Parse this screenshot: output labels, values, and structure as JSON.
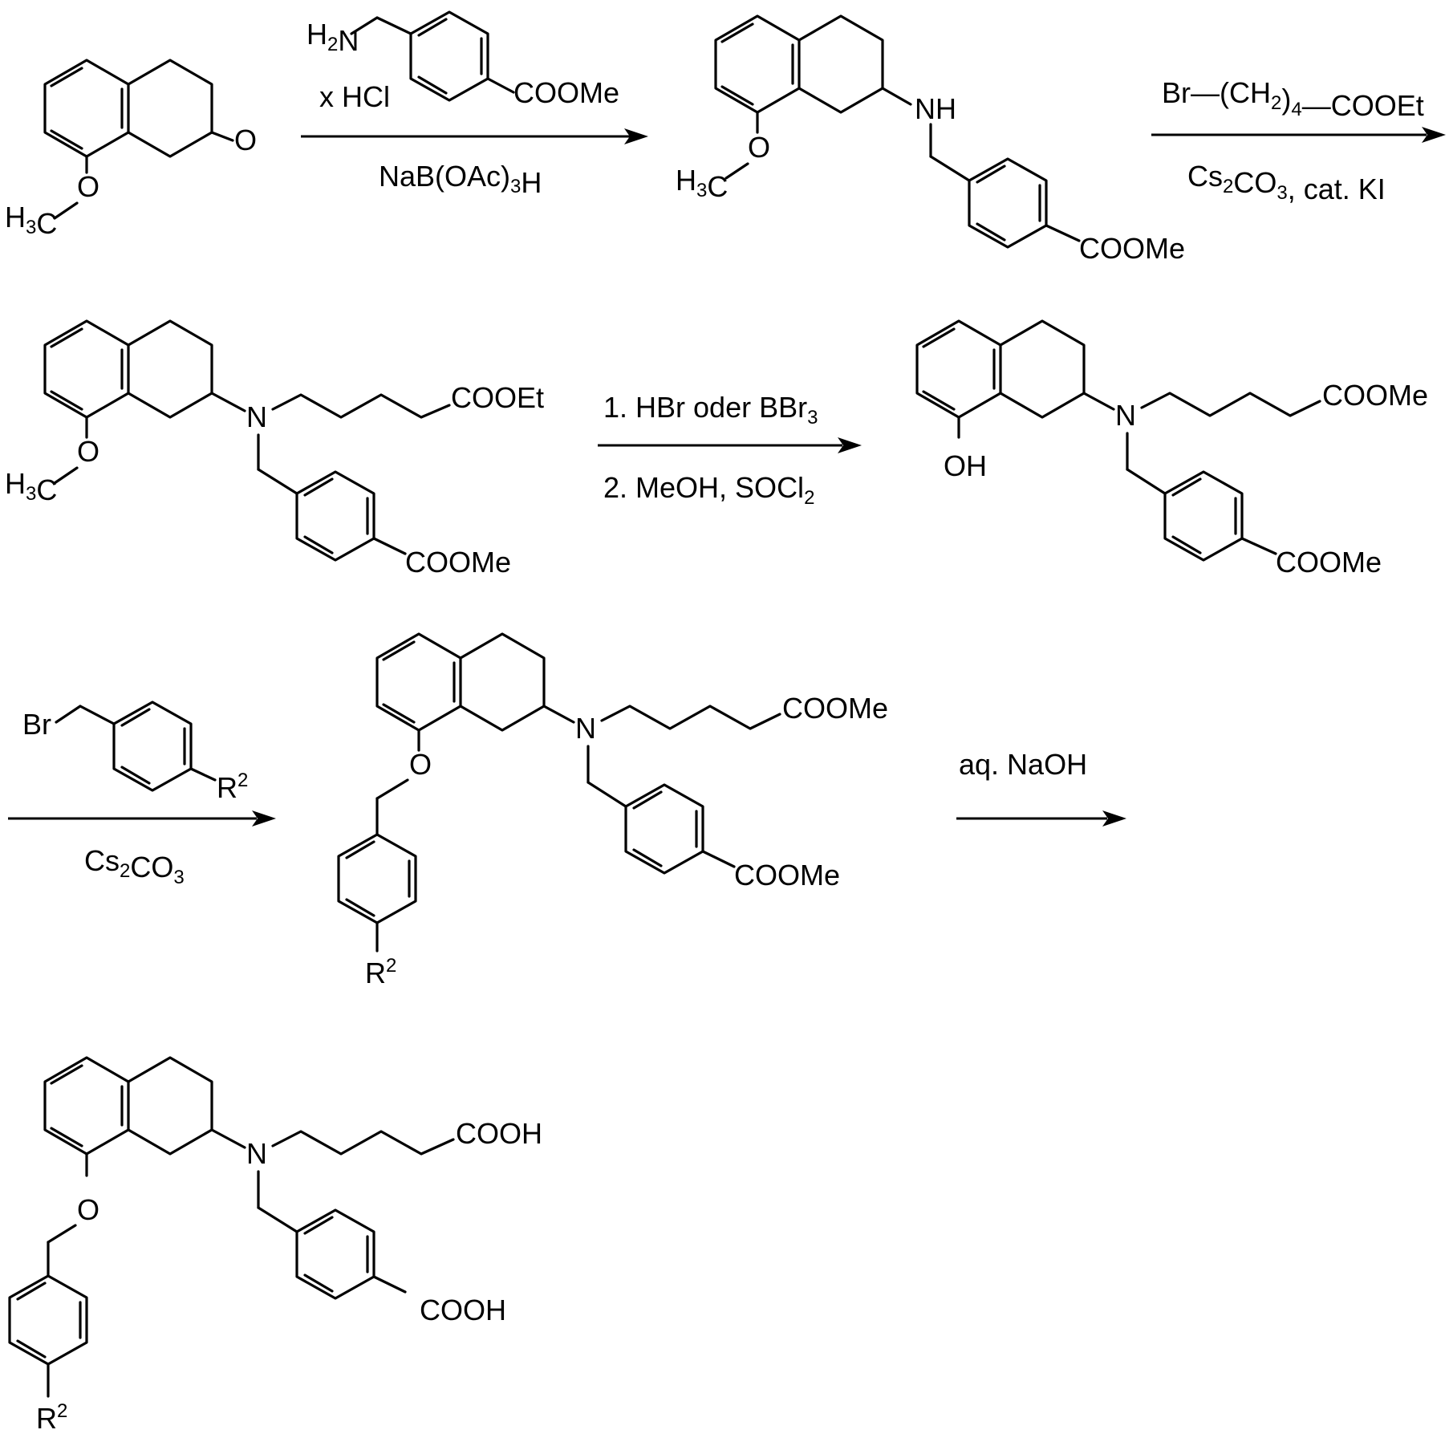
{
  "reaction_steps": [
    {
      "arrow": "step-1",
      "above_amine_label": "H2N",
      "above_ester_label": "COOMe",
      "above_salt": "x HCl",
      "below_reagent": "NaB(OAc)3H"
    },
    {
      "arrow": "step-2",
      "above_reagent": "Br—(CH2)4—COOEt",
      "below_reagent": "Cs2CO3, cat. KI"
    },
    {
      "arrow": "step-3",
      "above_reagent": "1. HBr oder BBr3",
      "below_reagent": "2. MeOH, SOCl2"
    },
    {
      "arrow": "step-4",
      "above_bromide_label": "Br",
      "above_substituent": "R2",
      "below_reagent": "Cs2CO3"
    },
    {
      "arrow": "step-5",
      "above_reagent": "aq. NaOH"
    }
  ],
  "compounds": {
    "c1": {
      "ketone": "O",
      "ether_o": "O",
      "methyl": "H3C"
    },
    "c2": {
      "amine": "NH",
      "ether_o": "O",
      "methyl": "H3C",
      "ester": "COOMe"
    },
    "c3": {
      "amine": "N",
      "chain_ester": "COOEt",
      "ether_o": "O",
      "methyl": "H3C",
      "aryl_ester": "COOMe"
    },
    "c4": {
      "amine": "N",
      "chain_ester": "COOMe",
      "phenol": "OH",
      "aryl_ester": "COOMe"
    },
    "c5": {
      "amine": "N",
      "chain_ester": "COOMe",
      "ether_o": "O",
      "aryl_ester": "COOMe",
      "substituent": "R2"
    },
    "c6": {
      "amine": "N",
      "chain_acid": "COOH",
      "ether_o": "O",
      "aryl_acid": "COOH",
      "substituent": "R2"
    }
  }
}
